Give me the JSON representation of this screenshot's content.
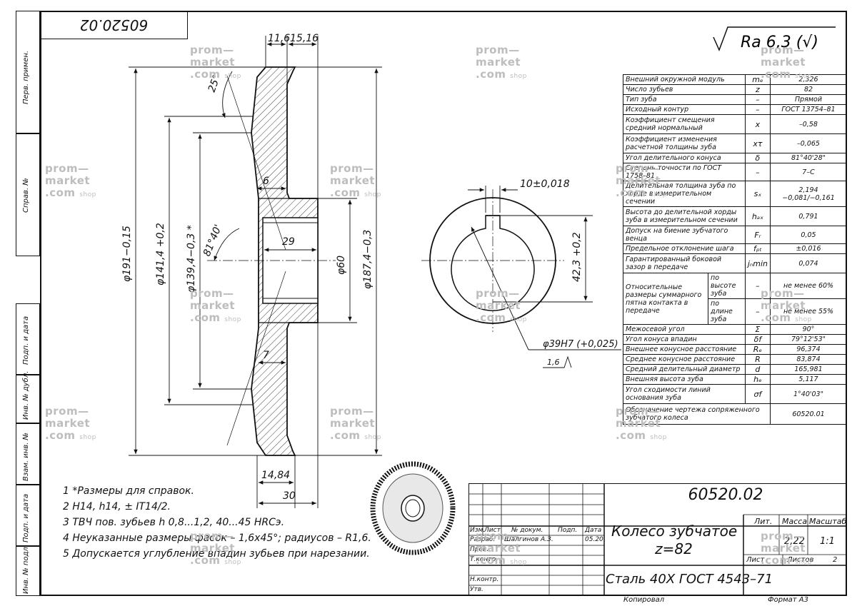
{
  "sheet": {
    "doc_code": "60520.02",
    "doc_code_rotated": "60520.02",
    "roughness": "Ra 6,3 (√)",
    "copied": "Копировал",
    "format": "Формат    А3"
  },
  "sidebar": {
    "perv_primen": "Перв. примен.",
    "sprav_no": "Справ. №",
    "podp_data_1": "Подп. и дата",
    "inv_dubl": "Инв. № дубл.",
    "vzam_inv": "Взам. инв. №",
    "podp_data_2": "Подп. и дата",
    "inv_podl": "Инв. № подл."
  },
  "watermark": {
    "line1": "prom—",
    "line2": "market",
    "line3": ".com",
    "shop": "shop"
  },
  "params": [
    {
      "name": "Внешний окружной модуль",
      "sym": "mₑ",
      "val": "2,326"
    },
    {
      "name": "Число зубьев",
      "sym": "z",
      "val": "82"
    },
    {
      "name": "Тип зуба",
      "sym": "–",
      "val": "Прямой"
    },
    {
      "name": "Исходный контур",
      "sym": "–",
      "val": "ГОСТ 13754–81"
    },
    {
      "name": "Коэффициент смещения средний нормальный",
      "sym": "x",
      "val": "–0,58"
    },
    {
      "name": "Коэффициент изменения расчетной толщины зуба",
      "sym": "xτ",
      "val": "–0,065"
    },
    {
      "name": "Угол делительного конуса",
      "sym": "δ",
      "val": "81°40'28\""
    },
    {
      "name": "Степень точности по ГОСТ 1758–81",
      "sym": "–",
      "val": "7–С"
    },
    {
      "name": "Делительная толщина зуба по хорде в измерительном сечении",
      "sym": "sₓ",
      "val": "2,194 −0,081/−0,161"
    },
    {
      "name": "Высота до делительной хорды зуба в измерительном сечении",
      "sym": "hₐₓ",
      "val": "0,791"
    },
    {
      "name": "Допуск на биение зубчатого венца",
      "sym": "Fᵣ",
      "val": "0,05"
    },
    {
      "name": "Предельное отклонение шага",
      "sym": "fₚₜ",
      "val": "±0,016"
    },
    {
      "name": "Гарантированный боковой зазор в передаче",
      "sym": "jₙmin",
      "val": "0,074"
    },
    {
      "name": "Относительные размеры суммарного пятна контакта в передаче",
      "sub1": "по высоте зуба",
      "sub2": "по длине зуба",
      "sym": "–",
      "val1": "не менее 60%",
      "val2": "не менее 55%"
    },
    {
      "name": "Межосевой угол",
      "sym": "Σ",
      "val": "90°"
    },
    {
      "name": "Угол конуса впадин",
      "sym": "δf",
      "val": "79°12'53\""
    },
    {
      "name": "Внешнее конусное расстояние",
      "sym": "Rₑ",
      "val": "96,374"
    },
    {
      "name": "Среднее конусное расстояние",
      "sym": "R",
      "val": "83,874"
    },
    {
      "name": "Средний делительный диаметр",
      "sym": "d",
      "val": "165,981"
    },
    {
      "name": "Внешняя высота зуба",
      "sym": "hₑ",
      "val": "5,117"
    },
    {
      "name": "Угол сходимости линий основания зуба",
      "sym": "σf",
      "val": "1°40'03\""
    },
    {
      "name": "Обозначение чертежа сопряженного зубчатого колеса",
      "val": "60520.01"
    }
  ],
  "notes": [
    "1  *Размеры для справок.",
    "2  H14, h14, ± IT14/2.",
    "3  ТВЧ пов. зубьев h 0,8...1,2, 40...45 HRCэ.",
    "4  Неуказанные размеры фасок – 1,6х45°; радиусов – R1,6.",
    "5  Допускается углубление впадин зубьев при нарезании."
  ],
  "titleblock": {
    "code": "60520.02",
    "name1": "Колесо зубчатое",
    "name2": "z=82",
    "material": "Сталь 40Х  ГОСТ 4543–71",
    "lit": "Лит.",
    "mass_h": "Масса",
    "scale_h": "Масштаб",
    "mass": "2,22",
    "scale": "1:1",
    "sheet": "Лист",
    "sheets": "Листов",
    "sheets_n": "2",
    "h_izm": "Изм.",
    "h_list": "Лист",
    "h_doc": "№ докум.",
    "h_podp": "Подп.",
    "h_data": "Дата",
    "razrab": "Разраб.",
    "razrab_name": "Шалгинов А.З.",
    "razrab_date": "05.20",
    "prov": "Пров.",
    "tkontr": "Т.контр.",
    "nkontr": "Н.контр.",
    "utv": "Утв."
  },
  "dims": {
    "d191": "φ191−0,15",
    "d141": "φ141,4 +0,2",
    "d139": "φ139,4−0,3 *",
    "d60": "φ60",
    "d187": "φ187,4−0,3",
    "w116": "11,6",
    "w1516": "15,16",
    "a25": "25°",
    "w6": "6",
    "w29": "29",
    "a81": "81°40'",
    "w7": "7",
    "w1484": "14,84",
    "w30": "30",
    "key10": "10±0,018",
    "h423": "42,3 +0,2",
    "bore": "φ39Н7 (+0,025)",
    "ra16": "1,6"
  }
}
